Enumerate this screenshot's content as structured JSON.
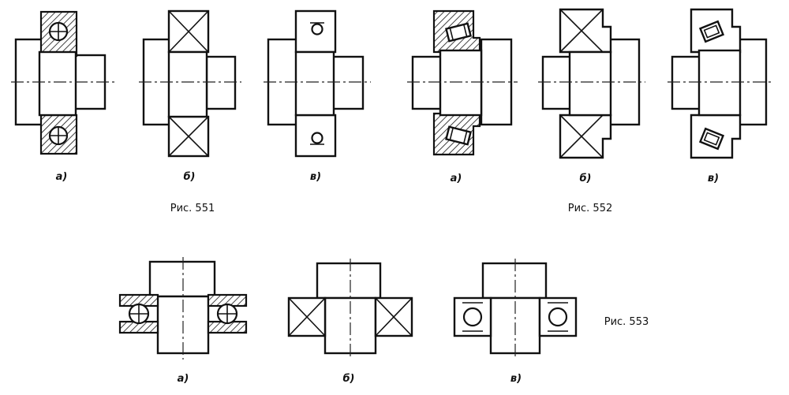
{
  "sublabels": {
    "f551_a": "а)",
    "f551_b": "б)",
    "f551_v": "в)",
    "f552_a": "а)",
    "f552_b": "б)",
    "f552_v": "в)",
    "f553_a": "а)",
    "f553_b": "б)",
    "f553_v": "в)"
  },
  "captions": {
    "fig551": "Рис. 551",
    "fig552": "Рис. 552",
    "fig553": "Рис. 553"
  },
  "colors": {
    "ink": "#111111",
    "paper": "#ffffff"
  }
}
